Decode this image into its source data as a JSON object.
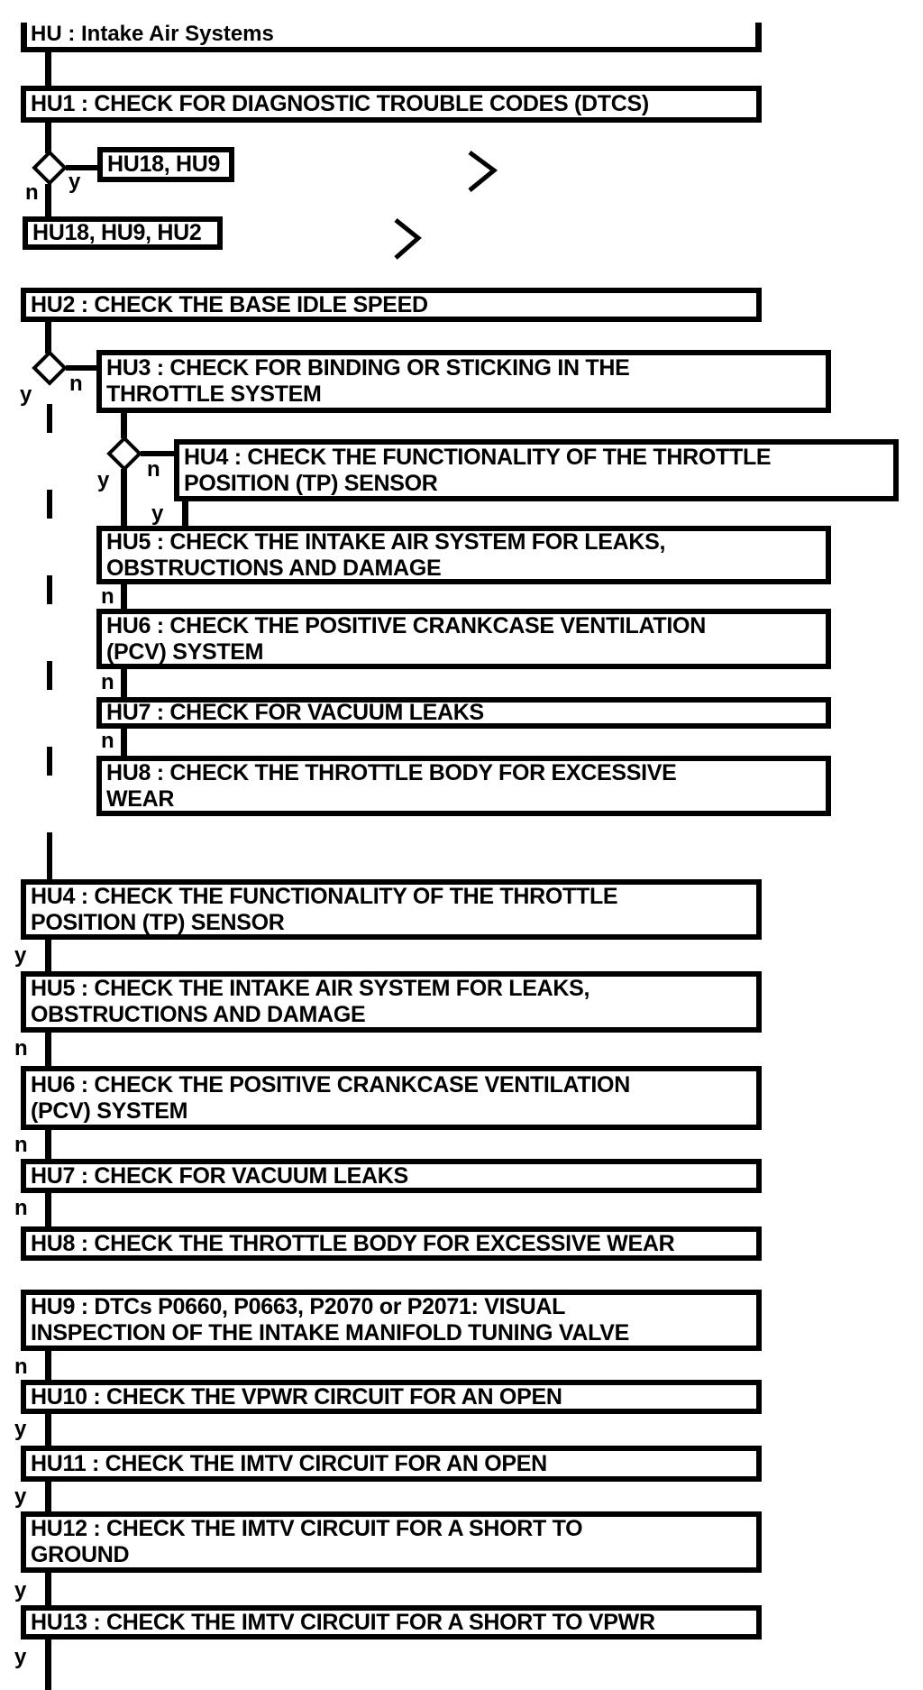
{
  "colors": {
    "line": "#000000",
    "background": "#ffffff"
  },
  "labels": {
    "yes": "y",
    "no": "n"
  },
  "title": {
    "text": "HU : Intake Air Systems"
  },
  "nodes": {
    "hu1": [
      "HU1 : CHECK FOR DIAGNOSTIC TROUBLE CODES (DTCS)"
    ],
    "ref_hu18_hu9": [
      "HU18, HU9"
    ],
    "ref_hu18_hu9_hu2": [
      "HU18, HU9, HU2"
    ],
    "hu2": [
      "HU2 : CHECK THE BASE IDLE SPEED"
    ],
    "hu3": [
      "HU3 : CHECK FOR BINDING OR STICKING IN THE",
      "THROTTLE SYSTEM"
    ],
    "hu4_branch": [
      "HU4 : CHECK THE FUNCTIONALITY OF THE THROTTLE",
      "POSITION (TP) SENSOR"
    ],
    "hu5_branch": [
      "HU5 : CHECK THE INTAKE AIR SYSTEM FOR LEAKS,",
      "OBSTRUCTIONS AND DAMAGE"
    ],
    "hu6_branch": [
      "HU6 : CHECK THE POSITIVE CRANKCASE VENTILATION",
      "(PCV) SYSTEM"
    ],
    "hu7_branch": [
      "HU7 : CHECK FOR VACUUM LEAKS"
    ],
    "hu8_branch": [
      "HU8 : CHECK THE THROTTLE BODY FOR EXCESSIVE",
      "WEAR"
    ],
    "hu4": [
      "HU4 : CHECK THE FUNCTIONALITY OF THE THROTTLE",
      "POSITION (TP) SENSOR"
    ],
    "hu5": [
      "HU5 : CHECK THE INTAKE AIR SYSTEM FOR LEAKS,",
      "OBSTRUCTIONS AND DAMAGE"
    ],
    "hu6": [
      "HU6 : CHECK THE POSITIVE CRANKCASE VENTILATION",
      "(PCV) SYSTEM"
    ],
    "hu7": [
      "HU7 : CHECK FOR VACUUM LEAKS"
    ],
    "hu8": [
      "HU8 : CHECK THE THROTTLE BODY FOR EXCESSIVE WEAR"
    ],
    "hu9": [
      "HU9 : DTCs P0660, P0663, P2070 or P2071: VISUAL",
      "INSPECTION OF THE INTAKE MANIFOLD TUNING VALVE"
    ],
    "hu10": [
      "HU10 : CHECK THE VPWR CIRCUIT FOR AN OPEN"
    ],
    "hu11": [
      "HU11 : CHECK THE IMTV CIRCUIT FOR AN OPEN"
    ],
    "hu12": [
      "HU12 : CHECK THE IMTV CIRCUIT FOR A SHORT TO",
      "GROUND"
    ],
    "hu13": [
      "HU13 : CHECK THE IMTV CIRCUIT FOR A SHORT TO VPWR"
    ]
  }
}
